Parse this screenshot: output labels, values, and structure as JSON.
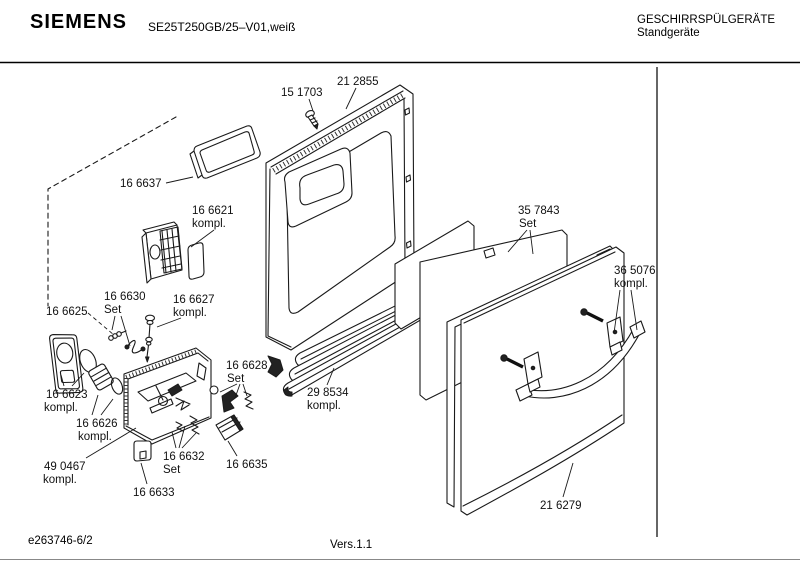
{
  "header": {
    "brand": "SIEMENS",
    "model": "SE25T250GB/25–V01,weiß",
    "category_line1": "GESCHIRRSPÜLGERÄTE",
    "category_line2": "Standgeräte"
  },
  "footer": {
    "document_number": "e263746-6/2",
    "version": "Vers.1.1"
  },
  "diagram": {
    "description": "Exploded view of dishwasher door assembly",
    "parts": [
      {
        "ref": "15 1703",
        "qualifier": ""
      },
      {
        "ref": "21 2855",
        "qualifier": ""
      },
      {
        "ref": "16 6637",
        "qualifier": ""
      },
      {
        "ref": "16 6621",
        "qualifier": "kompl."
      },
      {
        "ref": "16 6630",
        "qualifier": "Set"
      },
      {
        "ref": "16 6627",
        "qualifier": "kompl."
      },
      {
        "ref": "16 6625",
        "qualifier": ""
      },
      {
        "ref": "16 6623",
        "qualifier": "kompl."
      },
      {
        "ref": "16 6626",
        "qualifier": "kompl."
      },
      {
        "ref": "49 0467",
        "qualifier": "kompl."
      },
      {
        "ref": "16 6632",
        "qualifier": "Set"
      },
      {
        "ref": "16 6633",
        "qualifier": ""
      },
      {
        "ref": "16 6635",
        "qualifier": ""
      },
      {
        "ref": "16 6628",
        "qualifier": "Set"
      },
      {
        "ref": "29 8534",
        "qualifier": "kompl."
      },
      {
        "ref": "35 7843",
        "qualifier": "Set"
      },
      {
        "ref": "36 5076",
        "qualifier": "kompl."
      },
      {
        "ref": "21 6279",
        "qualifier": ""
      }
    ]
  },
  "colors": {
    "line": "#1a1a1a",
    "background": "#ffffff"
  }
}
